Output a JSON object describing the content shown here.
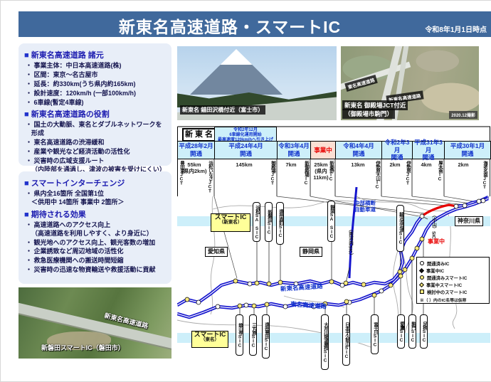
{
  "header": {
    "title": "新東名高速道路・スマートIC",
    "asof": "令和8年1月1日時点"
  },
  "left": {
    "s1_heading": "新東名高速道路 諸元",
    "s1_bullets": [
      "事業主体：中日本高速道路(株)",
      "区間：東京～名古屋市",
      "延長：約330km(うち県内約165km)",
      "設計速度：120km/h (一部100km/h)",
      "6車線(暫定4車線)"
    ],
    "s2_heading": "新東名高速道路の役割",
    "s2_bullets": [
      "国土の大動脈、東名とダブルネットワークを形成",
      "東名高速道路の渋滞緩和",
      "産業や観光など経済活動の活性化",
      "災害時の広域支援ルート\n（内陸部を通過し、津波の被害を受けにくい）"
    ],
    "s3_heading": "スマートインターチェンジ",
    "s3_bullets": [
      "県内全16箇所 全国第1位\n＜供用中 14箇所 事業中 2箇所＞"
    ],
    "s4_heading": "期待される効果",
    "s4_bullets": [
      "高速道路へのアクセス向上\n（高速道路を利用しやすく、より身近に）",
      "観光地へのアクセス向上、観光客数の増加",
      "企業誘致など周辺地域の活性化",
      "救急医療機関への搬送時間短縮",
      "災害時の迅速な物資輸送や救援活動に貢献"
    ]
  },
  "photo_fuji": {
    "caption": "新東名 錨田沢橋付近（富士市）"
  },
  "photo_gotemba": {
    "label_tomei": "東名高速道路",
    "label_shintomei": "新東名高速道路",
    "caption1": "新東名 御殿場JCT付近",
    "caption2": "（御殿場市駒門）",
    "shot_date": "2020.12撮影"
  },
  "photo_iwata": {
    "road_label": "新東名高速道路",
    "caption": "新磐田スマートIC（磐田市）"
  },
  "table": {
    "badge": "新東名",
    "banner": "令和2年12月\n6車線化運用開始\n最高速度120km/hへ引き上げ",
    "first_name": "豊田東JCT",
    "cols": [
      {
        "date": "平成28年2月\n開通",
        "dist": "55km\n(県内2km)",
        "name": "浜松いなさJCT"
      },
      {
        "date": "平成24年4月\n開通",
        "dist": "145km",
        "name": "御殿場JCT"
      },
      {
        "date": "令和3年4月\n開通",
        "dist": "7km",
        "name": "新御殿場IC"
      },
      {
        "date": "事業中",
        "dist": "25km\n(県内11km)",
        "name": "新秦野IC"
      },
      {
        "date": "令和4年4月\n開通",
        "dist": "13km",
        "name": "伊勢原大山IC"
      },
      {
        "date": "令和2年3月\n開通",
        "dist": "2km",
        "name": "伊勢原JCT"
      },
      {
        "date": "平成31年3月\n開通",
        "dist": "4km",
        "name": "厚木南IC"
      },
      {
        "date": "平成30年1月\n開通",
        "dist": "2km",
        "name": "海老名南JCT"
      }
    ]
  },
  "map": {
    "smartic_shintomei": {
      "l1": "スマートIC",
      "l2": "（新東名）"
    },
    "smartic_tomei": {
      "l1": "スマートIC",
      "l2": "（東名）"
    },
    "pref_aichi": "愛知県",
    "pref_shizuoka": "静岡県",
    "pref_kanagawa": "神奈川県",
    "route_shintomei": "新東名高速道路",
    "route_tomei": "東名高速道路",
    "chubu": "中部横断\n自動車道",
    "under_construction": "事業中",
    "sic_top": [
      "浜松SA SIC",
      "新磐田SIC",
      "遠州森町SIC",
      "静岡SA SIC",
      "駿河湾沼津SIC"
    ],
    "sic_planned": [
      "（両河内SIC）",
      "（小山）SIC"
    ],
    "sic_bottom": [
      "舘山寺SIC",
      "三方原SIC",
      "遠州豊田SIC",
      "大井川焼津藤枝SIC",
      "日本平久能山SIC",
      "富士川SIC",
      "愛鷹SIC",
      "駒門SIC",
      "足柄SIC"
    ],
    "legend": [
      {
        "label": "開通済みIC"
      },
      {
        "label": "事業中IC"
      },
      {
        "label": "開通済みスマートIC"
      },
      {
        "label": "事業中スマートIC"
      },
      {
        "label": "検討中のスマートIC"
      }
    ],
    "legend_note": "※（ ）内のIC名等は仮称"
  }
}
